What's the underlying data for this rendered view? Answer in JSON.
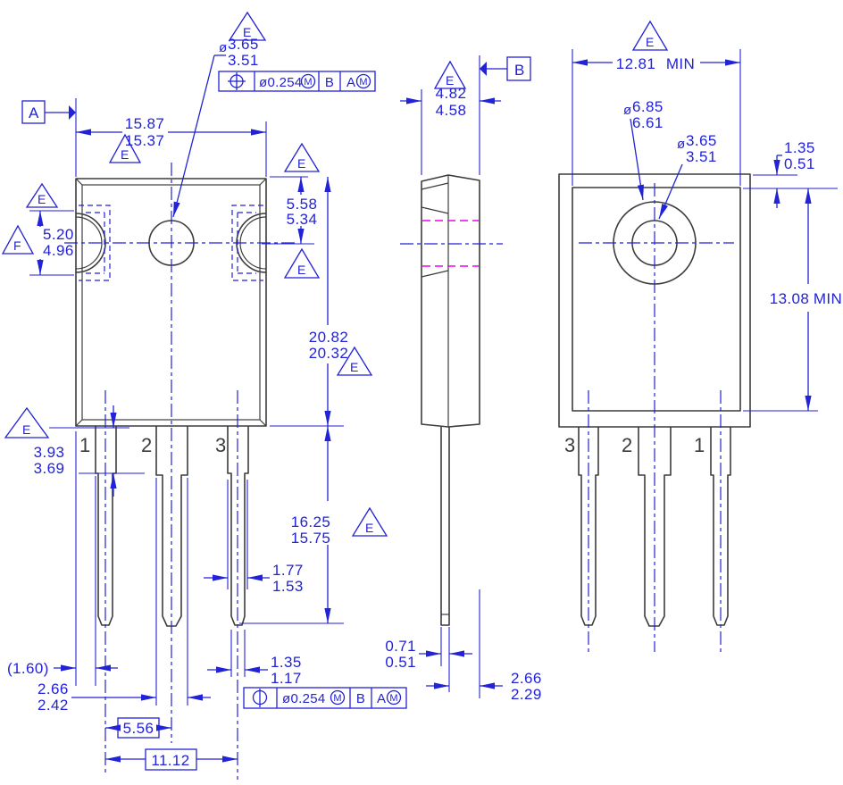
{
  "title": "TO-247 package outline drawing",
  "colors": {
    "dimension": "#2222d6",
    "outline": "#3c3c3c",
    "hidden": "#ee00ee"
  },
  "datums": {
    "a": "A",
    "b": "B",
    "e": "E",
    "f": "F"
  },
  "fcf_top": {
    "symbol": "position-icon",
    "tolerance": "ø0.254",
    "modifier": "M",
    "datum1": "B",
    "datum2": "A",
    "datum2_modifier": "M"
  },
  "fcf_bottom": {
    "symbol": "position-icon",
    "tolerance": "ø0.254",
    "modifier": "M",
    "datum1": "B",
    "datum2": "A",
    "datum2_modifier": "M"
  },
  "front": {
    "width_hi": "15.87",
    "width_lo": "15.37",
    "hole_prefix": "ø",
    "hole_hi": "3.65",
    "hole_lo": "3.51",
    "notch_hi": "5.20",
    "notch_lo": "4.96",
    "holetop_hi": "5.58",
    "holetop_lo": "5.34",
    "body_hi": "20.82",
    "body_lo": "20.32",
    "shoulder_hi": "3.93",
    "shoulder_lo": "3.69",
    "leadlen_hi": "16.25",
    "leadlen_lo": "15.75",
    "leadw_hi": "1.77",
    "leadw_lo": "1.53",
    "tipw_hi": "1.35",
    "tipw_lo": "1.17",
    "edge_ref": "(1.60)",
    "midw_hi": "2.66",
    "midw_lo": "2.42",
    "pitch": "5.56",
    "span": "11.12",
    "pins": [
      "1",
      "2",
      "3"
    ]
  },
  "side": {
    "thk_hi": "4.82",
    "thk_lo": "4.58",
    "leadthk_hi": "0.71",
    "leadthk_lo": "0.51",
    "setback_hi": "2.66",
    "setback_lo": "2.29"
  },
  "back": {
    "tabw": "12.81",
    "tabw_suffix": "MIN",
    "boss_prefix": "ø",
    "boss_hi": "6.85",
    "boss_lo": "6.61",
    "hole_prefix": "ø",
    "hole_hi": "3.65",
    "hole_lo": "3.51",
    "edge_hi": "1.35",
    "edge_lo": "0.51",
    "tabh": "13.08",
    "tabh_suffix": "MIN",
    "pins": [
      "3",
      "2",
      "1"
    ]
  }
}
